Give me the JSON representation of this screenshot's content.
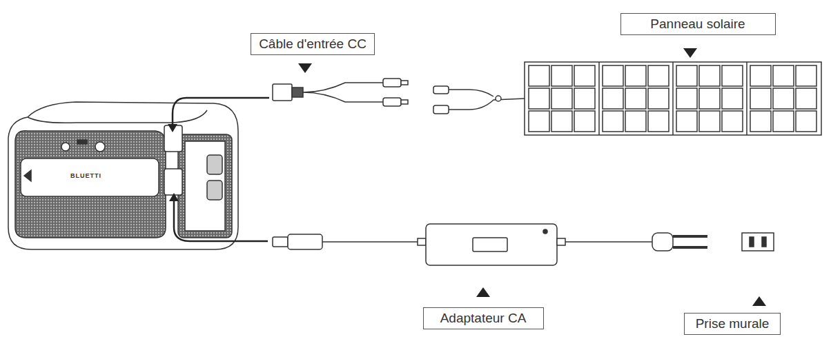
{
  "diagram": {
    "nodes": [
      {
        "text": [
          "Câble d'entrée CC"
        ]
      },
      {
        "text": [
          "Panneau solaire"
        ]
      },
      {
        "text": [
          "Adaptateur CA"
        ]
      },
      {
        "text": [
          "Prise murale"
        ]
      }
    ],
    "labels": [
      "BLUETTI"
    ]
  }
}
